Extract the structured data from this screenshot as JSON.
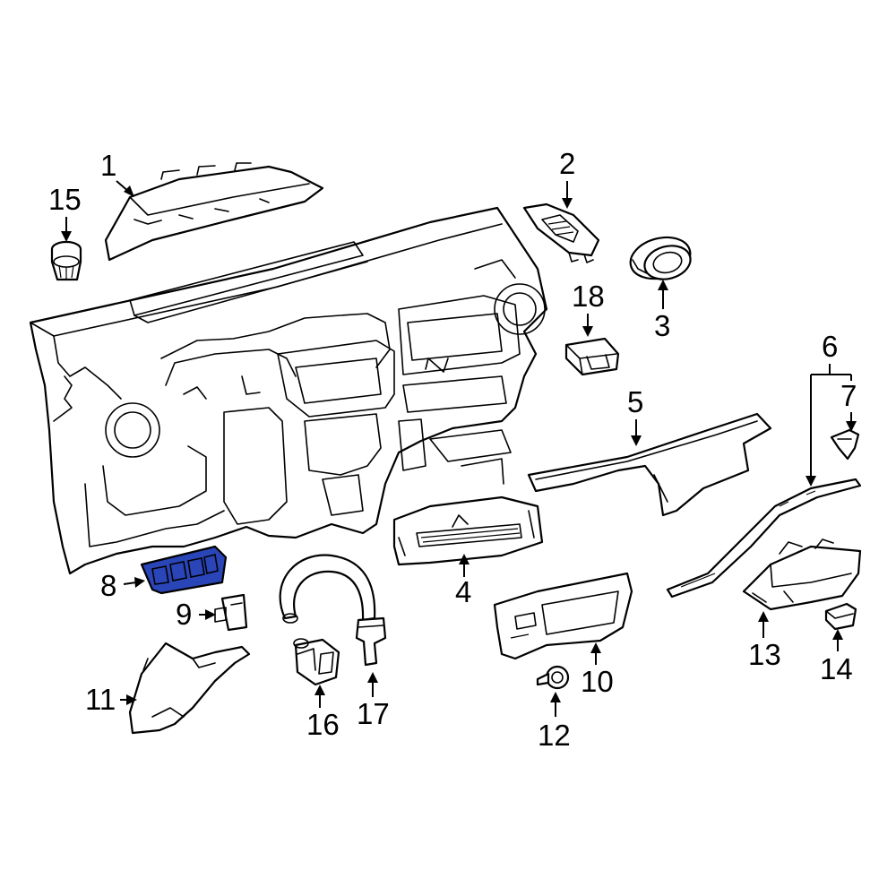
{
  "diagram": {
    "highlight_color": "#2a45b8",
    "line_color": "#000000",
    "background_color": "#ffffff",
    "callouts": [
      {
        "id": "1",
        "label": "1"
      },
      {
        "id": "2",
        "label": "2"
      },
      {
        "id": "3",
        "label": "3"
      },
      {
        "id": "4",
        "label": "4"
      },
      {
        "id": "5",
        "label": "5"
      },
      {
        "id": "6",
        "label": "6"
      },
      {
        "id": "7",
        "label": "7"
      },
      {
        "id": "8",
        "label": "8"
      },
      {
        "id": "9",
        "label": "9"
      },
      {
        "id": "10",
        "label": "10"
      },
      {
        "id": "11",
        "label": "11"
      },
      {
        "id": "12",
        "label": "12"
      },
      {
        "id": "13",
        "label": "13"
      },
      {
        "id": "14",
        "label": "14"
      },
      {
        "id": "15",
        "label": "15"
      },
      {
        "id": "16",
        "label": "16"
      },
      {
        "id": "17",
        "label": "17"
      },
      {
        "id": "18",
        "label": "18"
      }
    ],
    "highlighted_part": "8"
  }
}
